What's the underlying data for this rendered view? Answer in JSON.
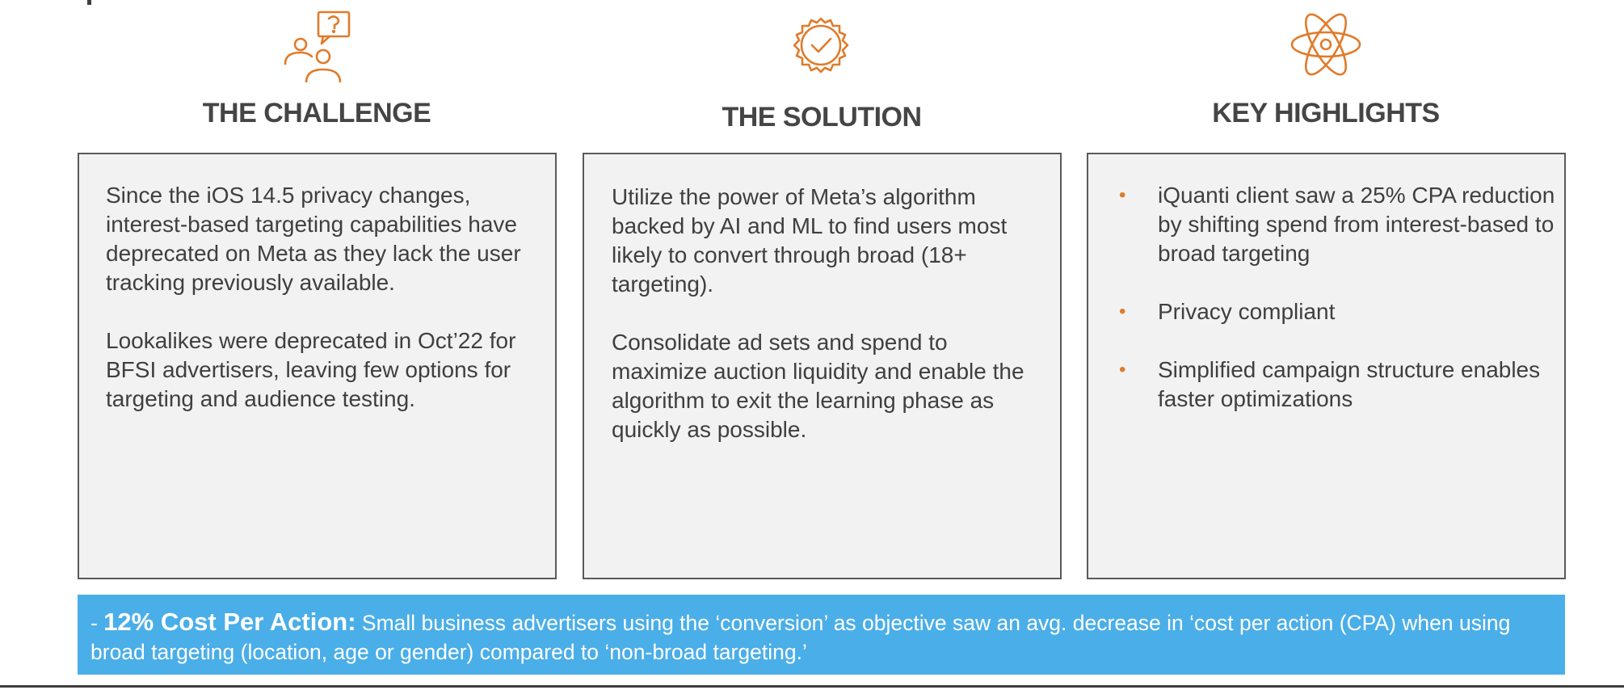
{
  "columns": [
    {
      "icon": "people-question-icon",
      "title": "THE CHALLENGE",
      "paragraphs": [
        "Since the iOS 14.5 privacy changes, interest-based targeting capabilities have deprecated on Meta as they lack the user tracking previously available.",
        "Lookalikes were deprecated in Oct’22 for BFSI advertisers, leaving few options for targeting and audience testing."
      ]
    },
    {
      "icon": "badge-check-icon",
      "title": "THE SOLUTION",
      "paragraphs": [
        "Utilize the power of Meta’s algorithm backed by AI and ML to find users most likely to convert through broad (18+ targeting).",
        "Consolidate ad sets and spend to maximize auction liquidity and enable the algorithm to exit the learning phase as quickly as possible."
      ]
    },
    {
      "icon": "atom-icon",
      "title": "KEY HIGHLIGHTS",
      "bullet_marker": "•",
      "bullets": [
        "iQuanti client saw a 25% CPA reduction by shifting spend from interest-based to broad targeting",
        "Privacy compliant",
        "Simplified campaign structure enables faster optimizations"
      ]
    }
  ],
  "banner": {
    "prefix": "- ",
    "highlight": "12% Cost Per Action:",
    "text": " Small business advertisers using the ‘conversion’ as objective saw an avg. decrease in ‘cost per action (CPA) when using broad targeting (location, age or gender) compared to ‘non-broad targeting.’"
  },
  "colors": {
    "accent_orange": "#e07b2a",
    "banner_blue": "#4aaee8",
    "panel_bg": "#f2f2f2",
    "text_dark": "#3f3f3f"
  }
}
